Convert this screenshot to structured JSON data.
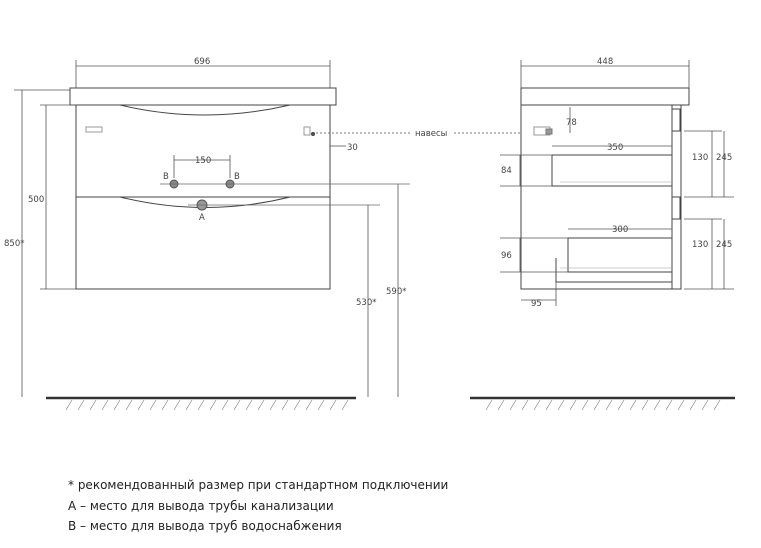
{
  "front_view": {
    "width": "696",
    "basin_height": "500",
    "total_height": "850*",
    "pipe_spacing": "150",
    "label_b_left": "B",
    "label_b_right": "B",
    "label_a": "A",
    "hinge_offset": "30",
    "height_590": "590*",
    "height_530": "530*"
  },
  "side_view": {
    "depth": "448",
    "hinge_top": "78",
    "upper_drawer_depth": "350",
    "upper_drawer_height": "130",
    "upper_offset": "84",
    "upper_section": "245",
    "lower_drawer_depth": "300",
    "lower_drawer_height": "130",
    "lower_offset": "96",
    "lower_section": "245",
    "front_thickness": "95"
  },
  "hinge_label": "навесы",
  "notes": [
    "* рекомендованный размер при стандартном подключении",
    "А – место для вывода трубы канализации",
    "В – место для вывода труб водоснабжения"
  ]
}
